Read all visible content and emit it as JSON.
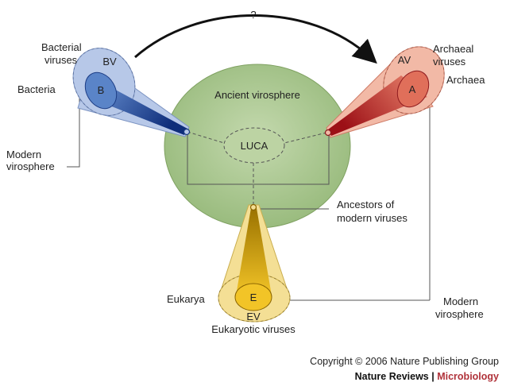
{
  "figure": {
    "question_mark": "?",
    "bacteria_side": {
      "bv_label": "BV",
      "b_label": "B",
      "bacterial_viruses_line1": "Bacterial",
      "bacterial_viruses_line2": "viruses",
      "bacteria": "Bacteria",
      "modern_virosphere_line1": "Modern",
      "modern_virosphere_line2": "virosphere"
    },
    "archaea_side": {
      "av_label": "AV",
      "a_label": "A",
      "archaeal_viruses_line1": "Archaeal",
      "archaeal_viruses_line2": "viruses",
      "archaea": "Archaea"
    },
    "center": {
      "ancient_virosphere": "Ancient virosphere",
      "luca": "LUCA",
      "ancestors_line1": "Ancestors of",
      "ancestors_line2": "modern viruses"
    },
    "eukarya_side": {
      "eukarya": "Eukarya",
      "e_label": "E",
      "ev_label": "EV",
      "eukaryotic_viruses": "Eukaryotic viruses",
      "modern_virosphere_line1": "Modern",
      "modern_virosphere_line2": "virosphere"
    },
    "footer": {
      "copyright": "Copyright © 2006 Nature Publishing Group",
      "journal": "Nature Reviews",
      "separator": " | ",
      "section": "Microbiology"
    }
  },
  "colors": {
    "ancient_fill": "#a9c58c",
    "bacteria_cone": "#b7c8e8",
    "bacteria_inner": "#1f4fa0",
    "archaea_cone": "#f2b9a6",
    "archaea_inner": "#c0272d",
    "eukarya_cone": "#f4df95",
    "eukarya_inner": "#e0a400",
    "arrow": "#111111",
    "journal_accent": "#b0323a"
  }
}
